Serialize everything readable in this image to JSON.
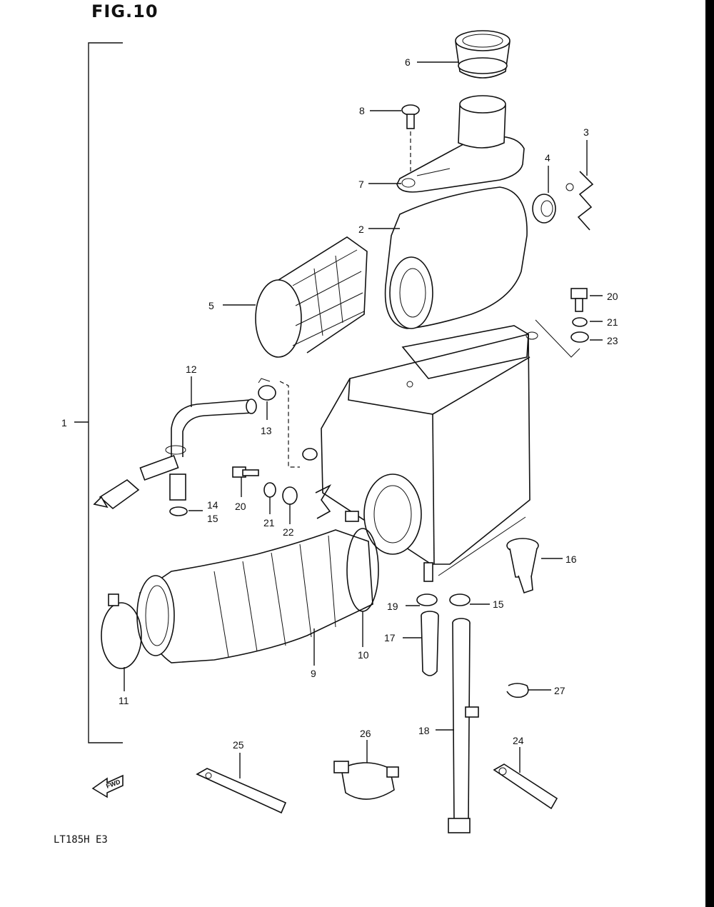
{
  "figure": {
    "title": "FIG.10",
    "model_code": "LT185H E3",
    "fwd_arrow_label": "FWD"
  },
  "callouts": [
    "1",
    "2",
    "3",
    "4",
    "5",
    "6",
    "7",
    "8",
    "9",
    "10",
    "11",
    "12",
    "13",
    "14",
    "15",
    "15",
    "16",
    "17",
    "18",
    "19",
    "20",
    "20",
    "21",
    "21",
    "22",
    "23",
    "24",
    "25",
    "26",
    "27"
  ],
  "colors": {
    "ink": "#111111",
    "paper": "#ffffff",
    "edge_bar": "#000000"
  }
}
